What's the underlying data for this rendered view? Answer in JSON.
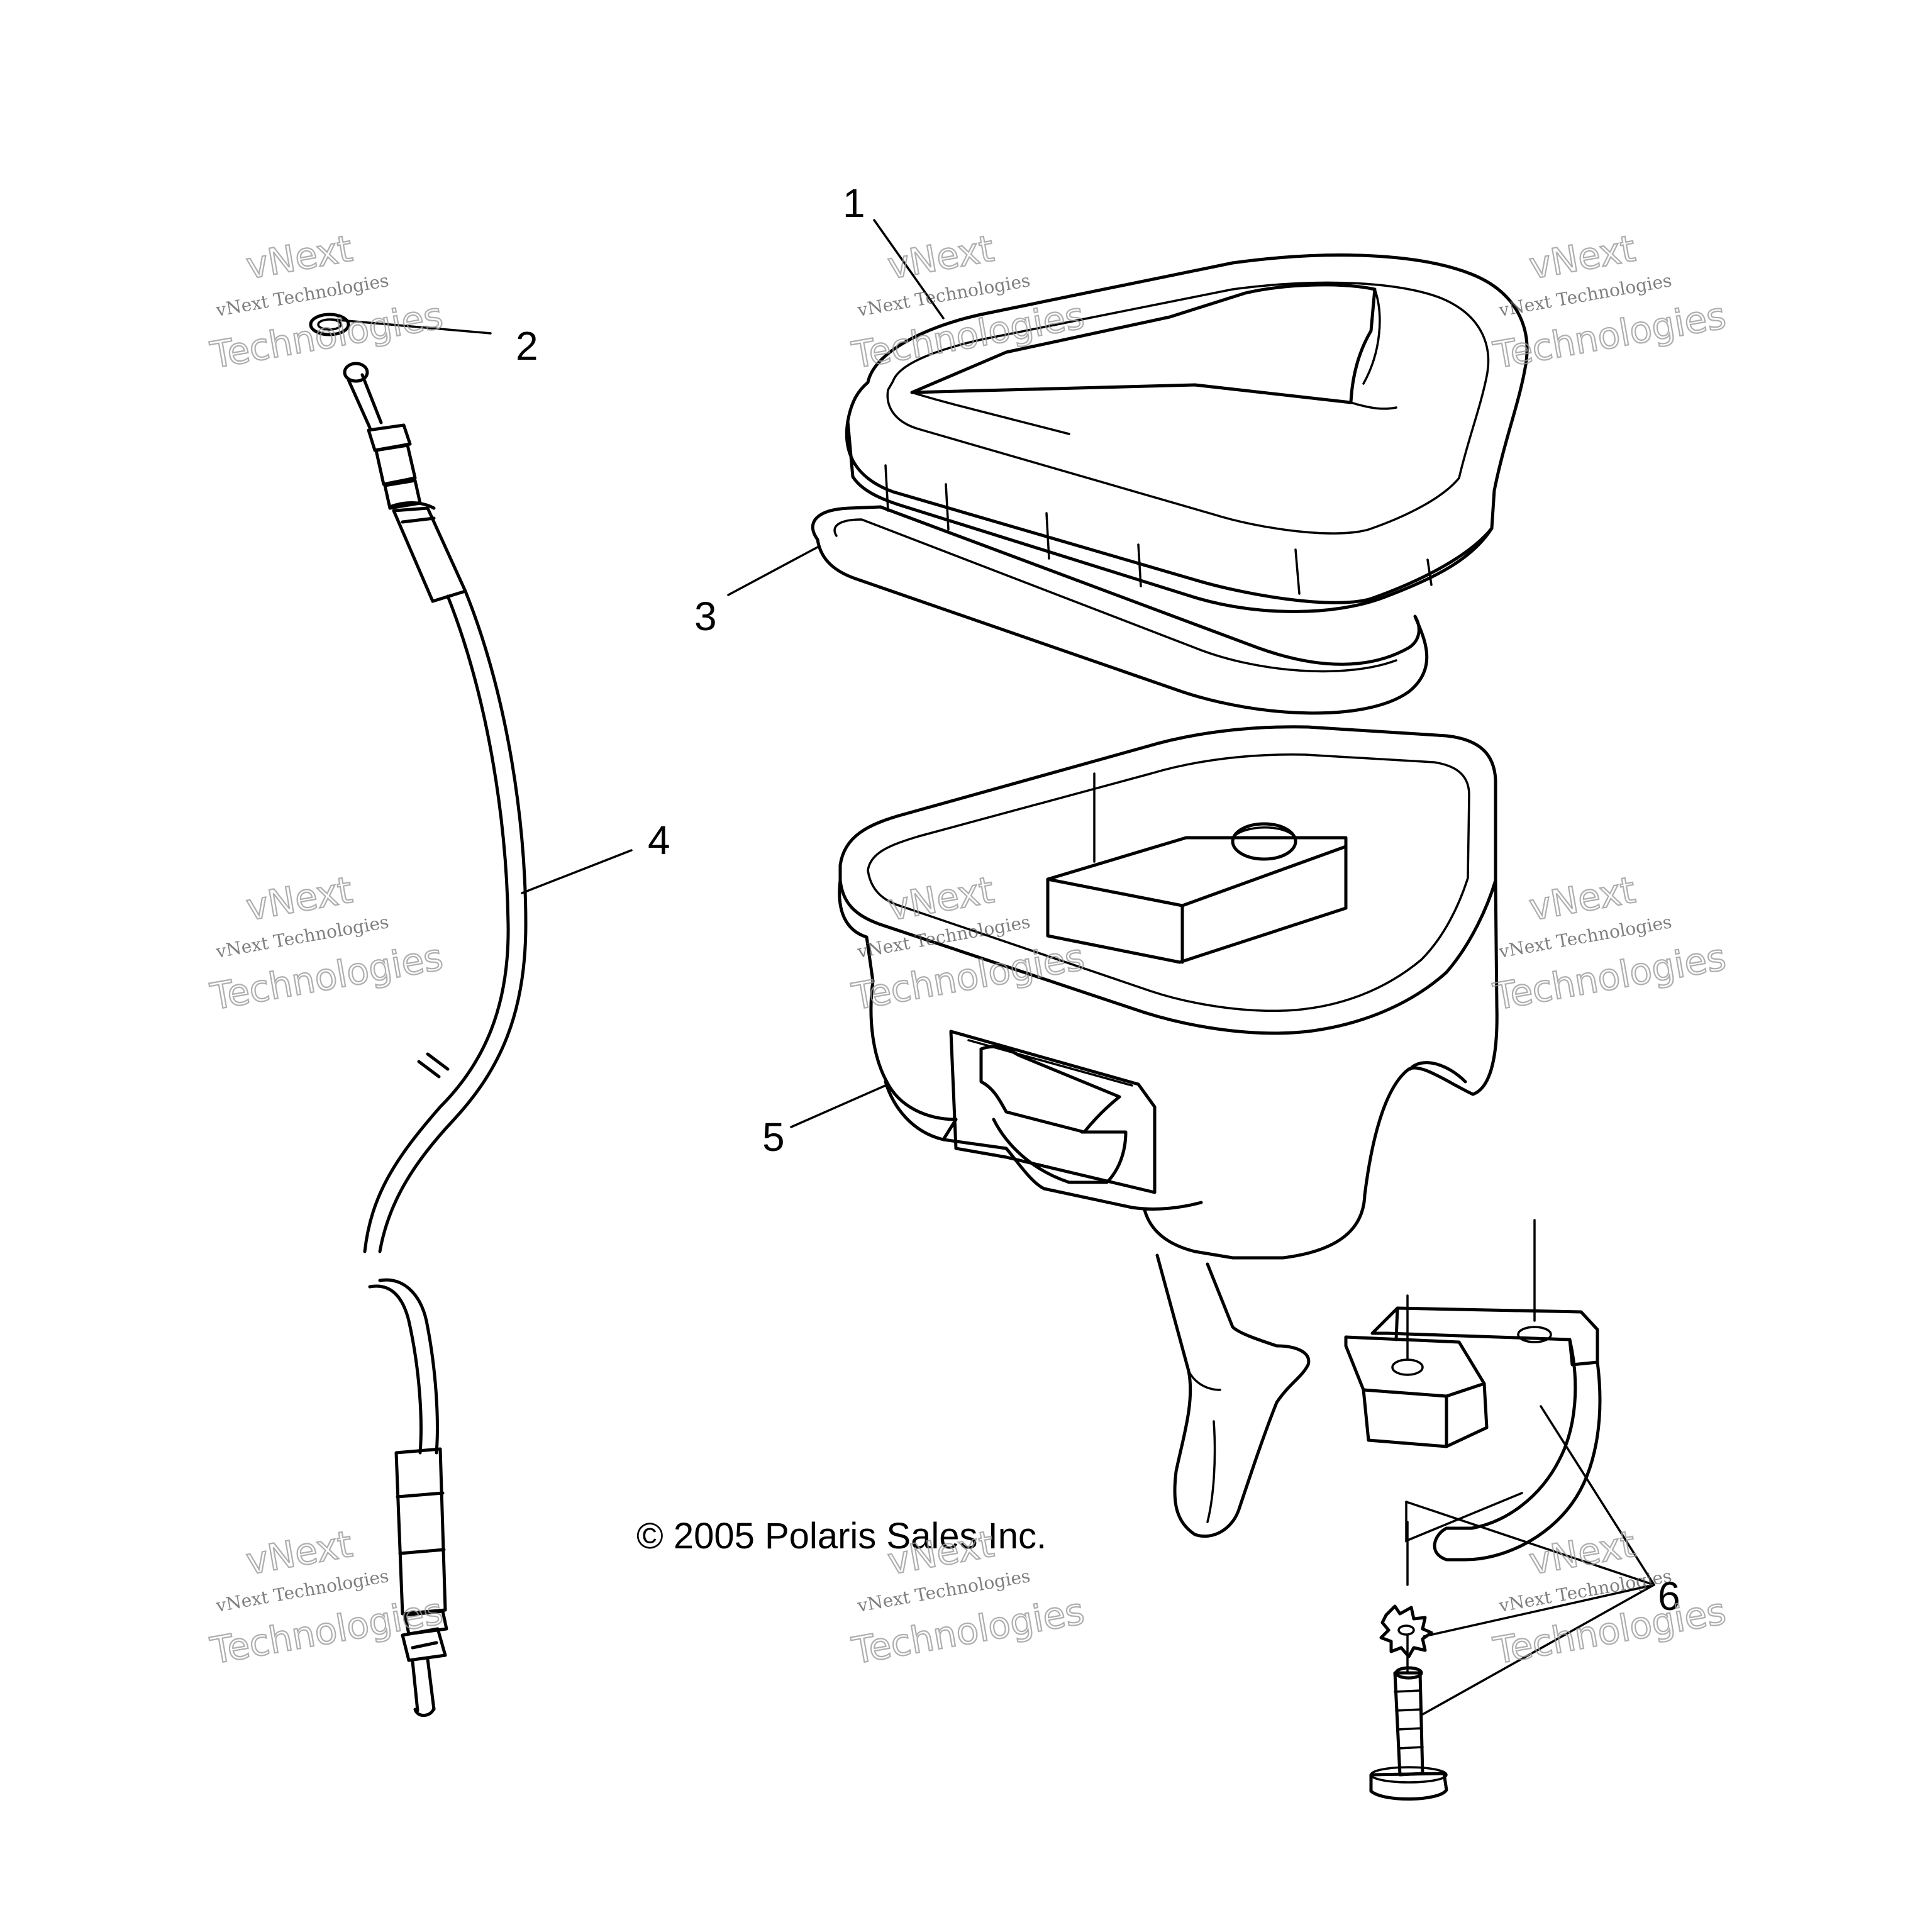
{
  "diagram": {
    "copyright": "© 2005 Polaris Sales Inc.",
    "callouts": [
      {
        "id": "1",
        "label": "1"
      },
      {
        "id": "2",
        "label": "2"
      },
      {
        "id": "3",
        "label": "3"
      },
      {
        "id": "4",
        "label": "4"
      },
      {
        "id": "5",
        "label": "5"
      },
      {
        "id": "6",
        "label": "6"
      }
    ],
    "watermark": {
      "brand": "vNext",
      "full_name": "vNext Technologies",
      "word": "Technologies"
    }
  }
}
